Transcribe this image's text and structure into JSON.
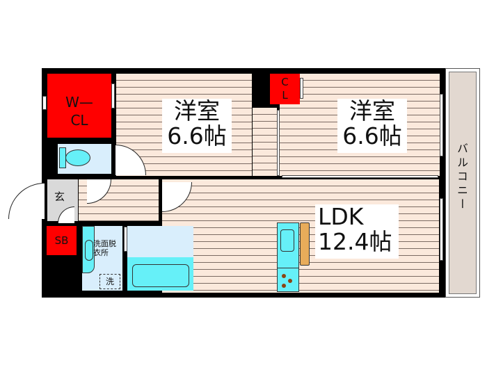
{
  "floorplan": {
    "title": "",
    "rooms": {
      "western_room_1": {
        "name": "洋室",
        "size": "6.6帖"
      },
      "western_room_2": {
        "name": "洋室",
        "size": "6.6帖"
      },
      "ldk": {
        "name": "LDK",
        "size": "12.4帖"
      },
      "walk_in_closet": {
        "line1": "W—",
        "line2": "CL"
      },
      "closet": {
        "line1": "C",
        "line2": "L"
      },
      "entrance": {
        "label": "玄"
      },
      "shoe_box": {
        "label": "SB"
      },
      "washroom": {
        "line1": "洗面脱",
        "line2": "衣所"
      },
      "washer": {
        "label": "洗"
      },
      "balcony": {
        "label": "バルコニー"
      }
    },
    "colors": {
      "wall": "#000000",
      "floor": "#fbe9dc",
      "floor_line": "#7a6a62",
      "storage": "#ff0000",
      "wet_area": "#d9eefc",
      "fixture": "#66f0f8",
      "counter": "#e8ac5a",
      "entrance": "#d9d9d9",
      "balcony": "#e2d8d0"
    }
  }
}
